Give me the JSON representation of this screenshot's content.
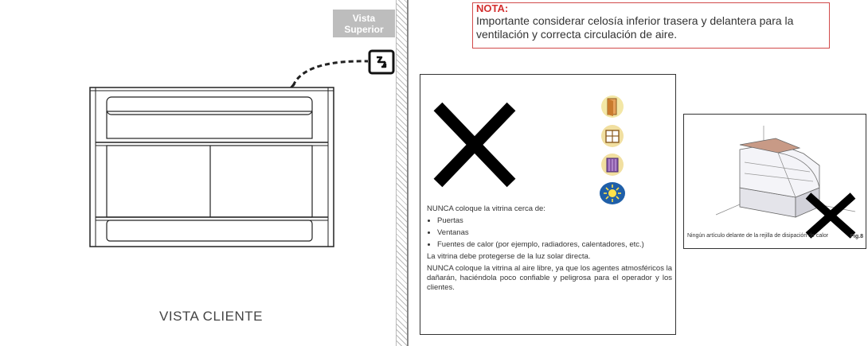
{
  "vista_superior": {
    "line1": "Vista",
    "line2": "Superior"
  },
  "top_view_icon": "showcase-top-view-icon",
  "showcase_caption": "VISTA CLIENTE",
  "nota": {
    "title": "NOTA:",
    "text": "Importante considerar celosía inferior trasera y delantera para la ventilación y correcta circulación de aire."
  },
  "warning_panel": {
    "icons": [
      "door-icon",
      "window-icon",
      "heater-icon",
      "sun-icon"
    ],
    "intro": "NUNCA coloque la vitrina cerca de:",
    "items": [
      "Puertas",
      "Ventanas",
      "Fuentes de calor (por ejemplo, radiadores, calentadores, etc.)"
    ],
    "sun_note": "La vitrina debe protegerse de la luz solar directa.",
    "outdoor_note": "NUNCA coloque la vitrina al aire libre, ya que los agentes atmosféricos la dañarán, haciéndola poco confiable y peligrosa para el operador y los clientes."
  },
  "fig8_panel": {
    "caption": "Ningún artículo delante de la rejilla de disipación de calor",
    "label": "Fig.8"
  },
  "colors": {
    "nota_border": "#d24a4a",
    "nota_title": "#d32f2f",
    "badge": "#bdbdbd"
  }
}
